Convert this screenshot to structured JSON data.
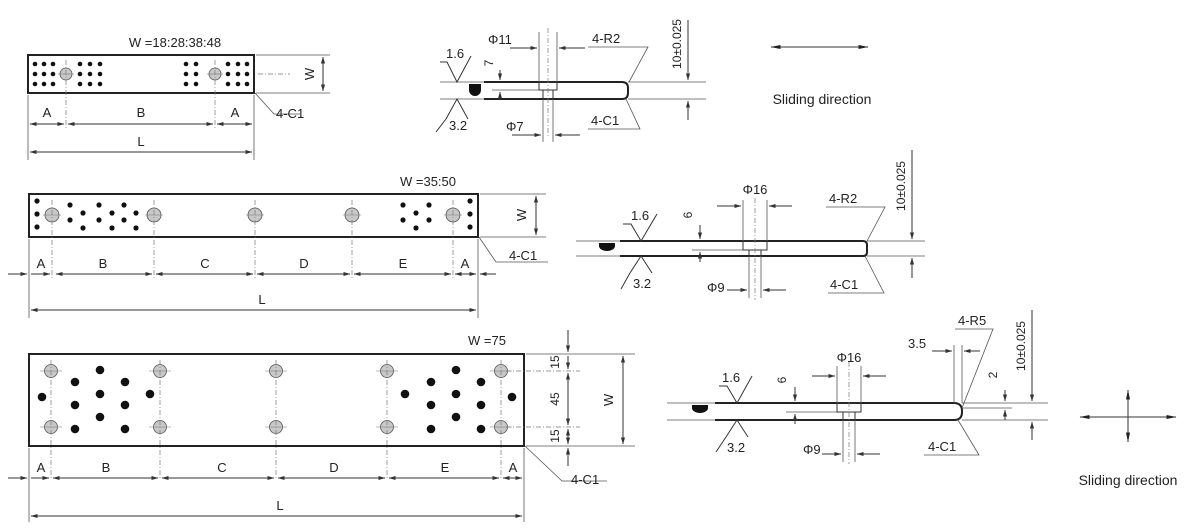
{
  "colors": {
    "line": "#333333",
    "graphite": "#111111",
    "hole": "#c8c8c8"
  },
  "plate1": {
    "width_label": "W =18:28:38:48",
    "w": "W",
    "a1": "A",
    "b": "B",
    "a2": "A",
    "l": "L",
    "chamfer": "4-C1"
  },
  "section1": {
    "phi_top": "Φ11",
    "depth": "7",
    "radius": "4-R2",
    "thickness": "10±0.025",
    "rough_top": "1.6",
    "rough_bottom": "3.2",
    "phi_bottom": "Φ7",
    "chamfer": "4-C1"
  },
  "sliding1": {
    "label": "Sliding direction"
  },
  "plate2": {
    "width_label": "W =35:50",
    "w": "W",
    "a1": "A",
    "b": "B",
    "c": "C",
    "d": "D",
    "e": "E",
    "a2": "A",
    "l": "L",
    "chamfer": "4-C1"
  },
  "section2": {
    "phi_top": "Φ16",
    "depth": "6",
    "radius": "4-R2",
    "thickness": "10±0.025",
    "rough_top": "1.6",
    "rough_bottom": "3.2",
    "phi_bottom": "Φ9",
    "chamfer": "4-C1"
  },
  "plate3": {
    "width_label": "W =75",
    "w": "W",
    "top_margin": "15",
    "middle": "45",
    "bottom_margin": "15",
    "a1": "A",
    "b": "B",
    "c": "C",
    "d": "D",
    "e": "E",
    "a2": "A",
    "l": "L",
    "chamfer": "4-C1"
  },
  "section3": {
    "phi_top": "Φ16",
    "depth": "6",
    "offset": "3.5",
    "radius": "4-R5",
    "step": "2",
    "thickness": "10±0.025",
    "rough_top": "1.6",
    "rough_bottom": "3.2",
    "phi_bottom": "Φ9",
    "chamfer": "4-C1"
  },
  "sliding2": {
    "label": "Sliding direction"
  },
  "icons": {
    "sliding1": "double-arrow-horizontal-icon",
    "sliding2": "four-way-arrow-icon"
  }
}
